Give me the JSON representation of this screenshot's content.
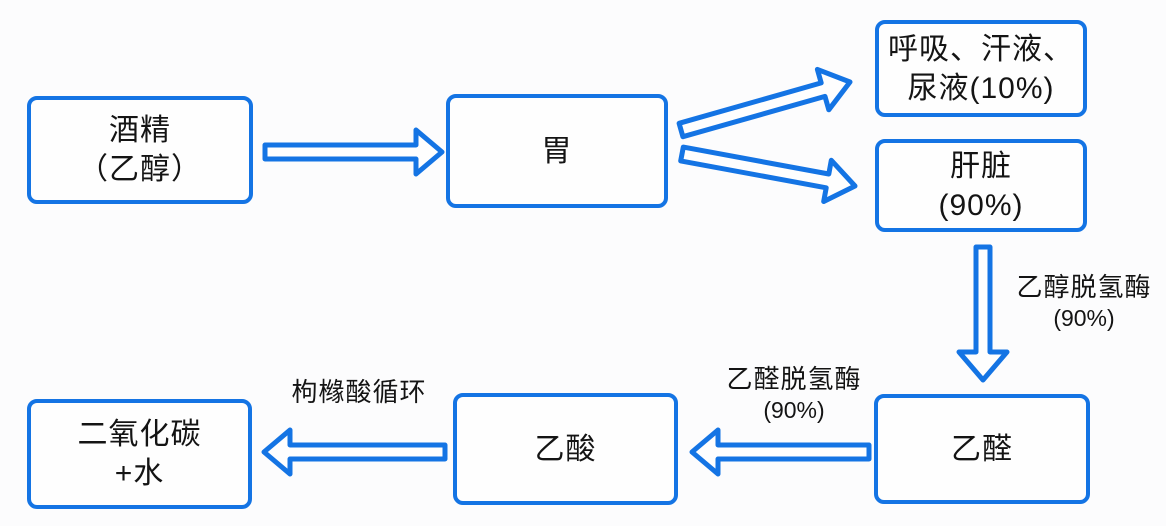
{
  "diagram": {
    "type": "flowchart",
    "colors": {
      "accent": "#1474e4",
      "text": "#141414",
      "node_fill": "#fefefe",
      "background": "#fcfcfd"
    },
    "nodes": {
      "alcohol": {
        "line1": "酒精",
        "line2": "（乙醇）"
      },
      "stomach": {
        "line1": "胃"
      },
      "excretion": {
        "line1": "呼吸、汗液、",
        "line2": "尿液(10%)"
      },
      "liver": {
        "line1": "肝脏",
        "line2": "(90%)"
      },
      "acetaldehyde": {
        "line1": "乙醛"
      },
      "acetic_acid": {
        "line1": "乙酸"
      },
      "co2_water": {
        "line1": "二氧化碳",
        "line2": "+水"
      }
    },
    "labels": {
      "adh": {
        "line1": "乙醇脱氢酶",
        "line2": "(90%)"
      },
      "aldh": {
        "line1": "乙醛脱氢酶",
        "line2": "(90%)"
      },
      "citric_cycle": {
        "line1": "枸橼酸循环"
      }
    },
    "edges": [
      {
        "from": "alcohol",
        "to": "stomach",
        "label": ""
      },
      {
        "from": "stomach",
        "to": "excretion",
        "label": ""
      },
      {
        "from": "stomach",
        "to": "liver",
        "label": ""
      },
      {
        "from": "liver",
        "to": "acetaldehyde",
        "label": "乙醇脱氢酶(90%)"
      },
      {
        "from": "acetaldehyde",
        "to": "acetic_acid",
        "label": "乙醛脱氢酶(90%)"
      },
      {
        "from": "acetic_acid",
        "to": "co2_water",
        "label": "枸橼酸循环"
      }
    ]
  }
}
